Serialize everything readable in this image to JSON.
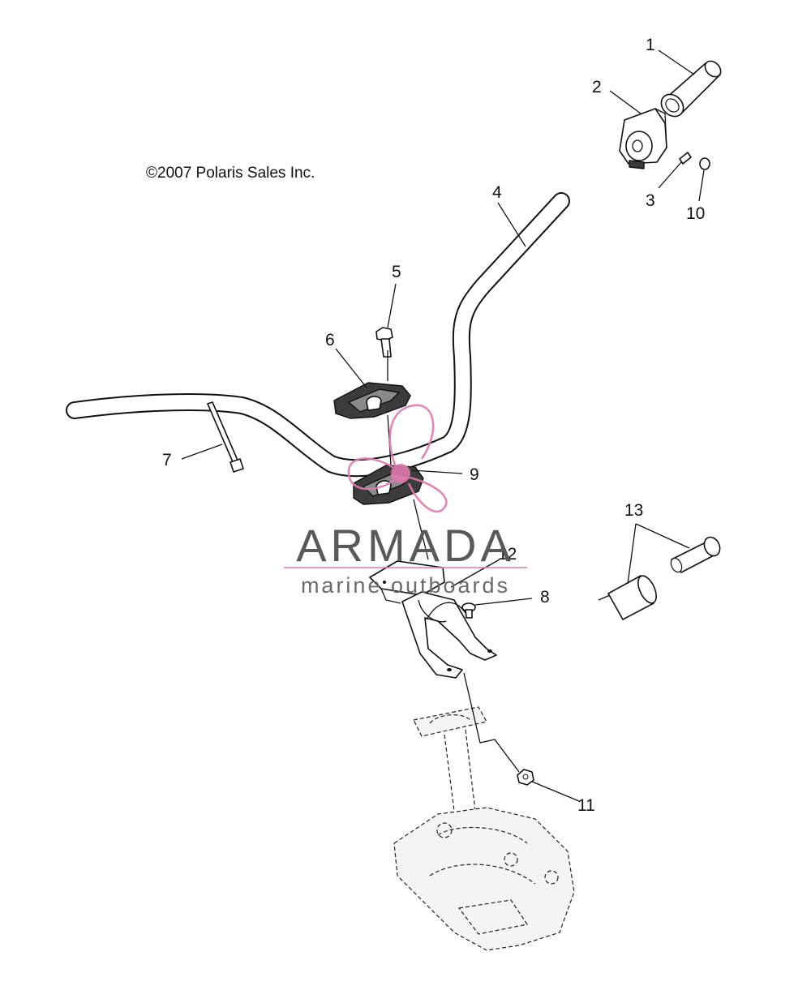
{
  "copyright": "©2007 Polaris Sales Inc.",
  "watermark": {
    "brand": "ARMADA",
    "tagline": "marine outboards",
    "logo_color": "#e07ab0"
  },
  "callouts": {
    "c1": "1",
    "c2": "2",
    "c3": "3",
    "c4": "4",
    "c5": "5",
    "c6": "6",
    "c7": "7",
    "c8": "8",
    "c9": "9",
    "c10": "10",
    "c11": "11",
    "c12": "12",
    "c13": "13"
  }
}
